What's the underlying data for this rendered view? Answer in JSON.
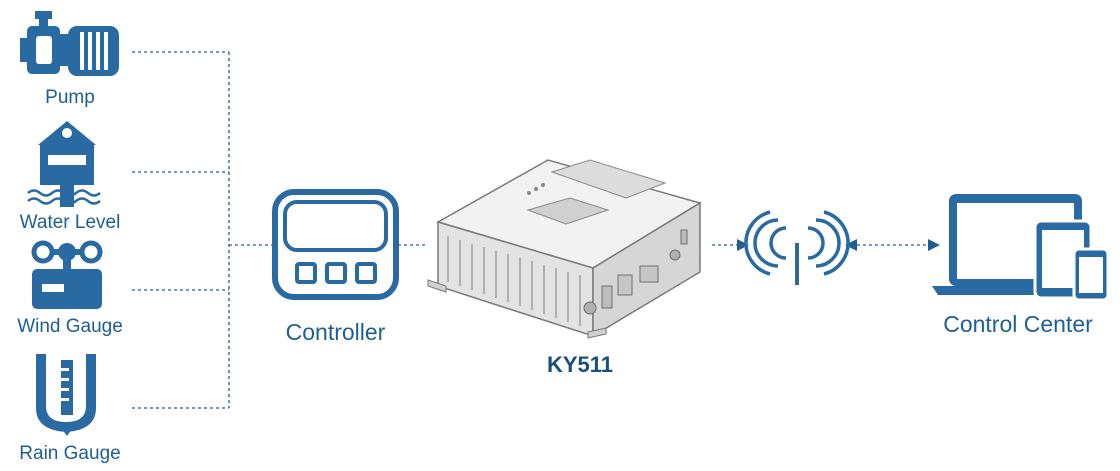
{
  "colors": {
    "primary": "#1d5f95",
    "icon_fill": "#2a6aa3",
    "line": "#1d5f95",
    "device_body": "#e9e9e9",
    "device_edge": "#7a7a7a"
  },
  "sensors": [
    {
      "label": "Pump",
      "icon": "pump-icon"
    },
    {
      "label": "Water Level",
      "icon": "water-level-icon"
    },
    {
      "label": "Wind Gauge",
      "icon": "wind-gauge-icon"
    },
    {
      "label": "Rain Gauge",
      "icon": "rain-gauge-icon"
    }
  ],
  "controller": {
    "label": "Controller",
    "icon": "controller-icon"
  },
  "gateway": {
    "label": "KY511",
    "icon": "gateway-device-icon"
  },
  "wireless": {
    "icon": "wireless-antenna-icon"
  },
  "center": {
    "label": "Control Center",
    "icon": "devices-icon"
  }
}
